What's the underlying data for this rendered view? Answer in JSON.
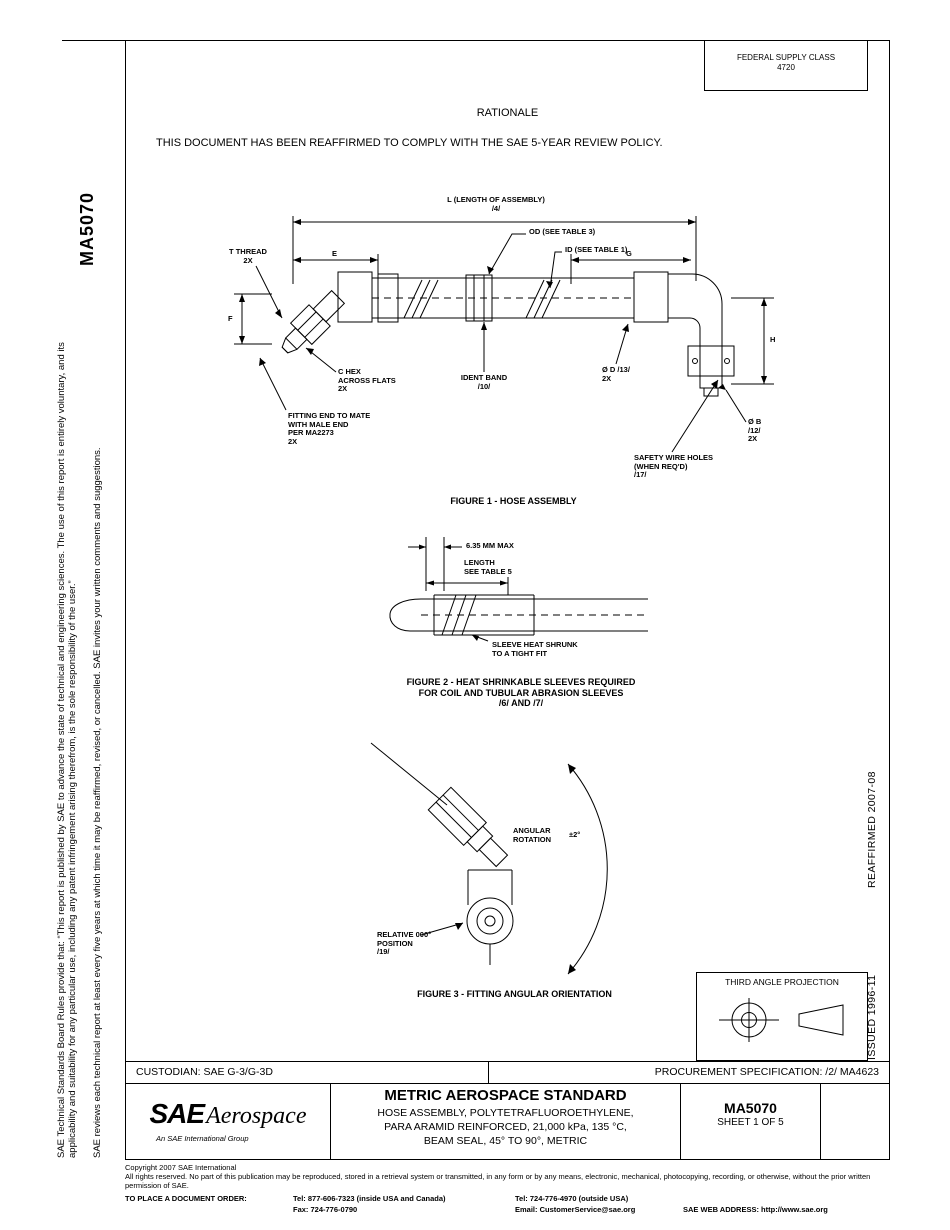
{
  "header": {
    "federal_supply_class": "FEDERAL SUPPLY CLASS",
    "federal_supply_class_code": "4720"
  },
  "rationale": {
    "title": "RATIONALE",
    "body": "THIS DOCUMENT HAS BEEN REAFFIRMED TO COMPLY WITH THE SAE 5-YEAR REVIEW POLICY."
  },
  "left_margin": {
    "doc_number": "MA5070",
    "board_rules": "SAE Technical Standards Board Rules provide that: “This report is published by SAE to advance the state of technical and engineering sciences. The use of this report is entirely voluntary, and its applicability and suitability for any particular use, including any patent infringement arising therefrom, is the sole responsibility of the user.”",
    "review_note": "SAE reviews each technical report at least every five years at which time it may be reaffirmed, revised, or cancelled. SAE invites your written comments and suggestions."
  },
  "right_margin": {
    "issued": "ISSUED 1996-11",
    "reaffirmed": "REAFFIRMED 2007-08"
  },
  "figure1": {
    "caption": "FIGURE 1 - HOSE ASSEMBLY",
    "labels": {
      "length": "L (LENGTH OF ASSEMBLY)\n/4/",
      "od": "OD (SEE TABLE 3)",
      "id": "ID (SEE TABLE 1)",
      "t_thread": "T THREAD\n2X",
      "dim_e": "E",
      "dim_g": "G",
      "dim_f": "F",
      "dim_h": "H",
      "c_hex": "C HEX\nACROSS FLATS\n2X",
      "ident_band": "IDENT BAND\n/10/",
      "dim_d": "Ø D /13/\n2X",
      "fitting_end": "FITTING END TO MATE\nWITH MALE END\nPER MA2273\n2X",
      "dim_b": "Ø B\n/12/\n2X",
      "safety_wire": "SAFETY WIRE HOLES\n(WHEN REQ'D)\n/17/"
    }
  },
  "figure2": {
    "caption": "FIGURE 2 - HEAT SHRINKABLE SLEEVES REQUIRED\nFOR COIL AND TUBULAR ABRASION SLEEVES\n/6/ AND /7/",
    "labels": {
      "max_len": "6.35 MM MAX",
      "length": "LENGTH\nSEE TABLE 5",
      "sleeve": "SLEEVE HEAT SHRUNK\nTO A TIGHT FIT"
    }
  },
  "figure3": {
    "caption": "FIGURE 3 - FITTING ANGULAR ORIENTATION",
    "labels": {
      "angular": "ANGULAR\nROTATION",
      "tolerance": "±2°",
      "relative": "RELATIVE 000°\nPOSITION\n/19/"
    }
  },
  "projection": {
    "title": "THIRD ANGLE PROJECTION"
  },
  "title_block": {
    "custodian": "CUSTODIAN: SAE G-3/G-3D",
    "procurement": "PROCUREMENT SPECIFICATION: /2/ MA4623",
    "standard_heading": "METRIC AEROSPACE STANDARD",
    "subject": "HOSE ASSEMBLY, POLYTETRAFLUOROETHYLENE,\nPARA ARAMID REINFORCED, 21,000 kPa, 135 °C,\nBEAM SEAL, 45° TO 90°, METRIC",
    "doc_number": "MA5070",
    "sheet": "SHEET 1 OF 5",
    "logo": {
      "sae": "SAE",
      "aerospace": "Aerospace",
      "tagline": "An SAE International Group"
    }
  },
  "copyright": {
    "line1": "Copyright 2007 SAE International",
    "line2": "All rights reserved. No part of this publication may be reproduced, stored in a retrieval system or transmitted, in any form or by any means, electronic, mechanical, photocopying, recording, or otherwise, without the prior written permission of SAE.",
    "order_label": "TO PLACE A DOCUMENT ORDER:",
    "tel_inside": "Tel: 877-606-7323 (inside USA and Canada)",
    "fax": "Fax: 724-776-0790",
    "tel_outside": "Tel: 724-776-4970 (outside USA)",
    "email": "Email: CustomerService@sae.org",
    "web": "SAE WEB ADDRESS: http://www.sae.org"
  }
}
